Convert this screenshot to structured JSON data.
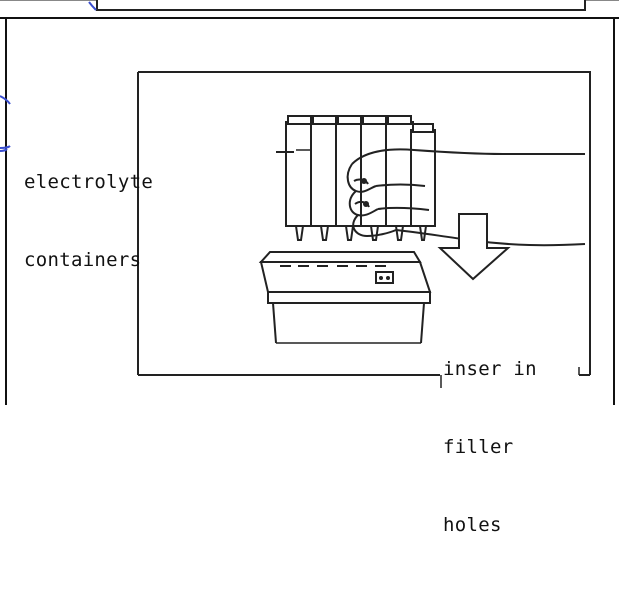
{
  "labels": {
    "left": {
      "line1": "electrolyte",
      "line2": "containers"
    },
    "right": {
      "line1": "inser in",
      "line2": "filler",
      "line3": "holes"
    }
  }
}
